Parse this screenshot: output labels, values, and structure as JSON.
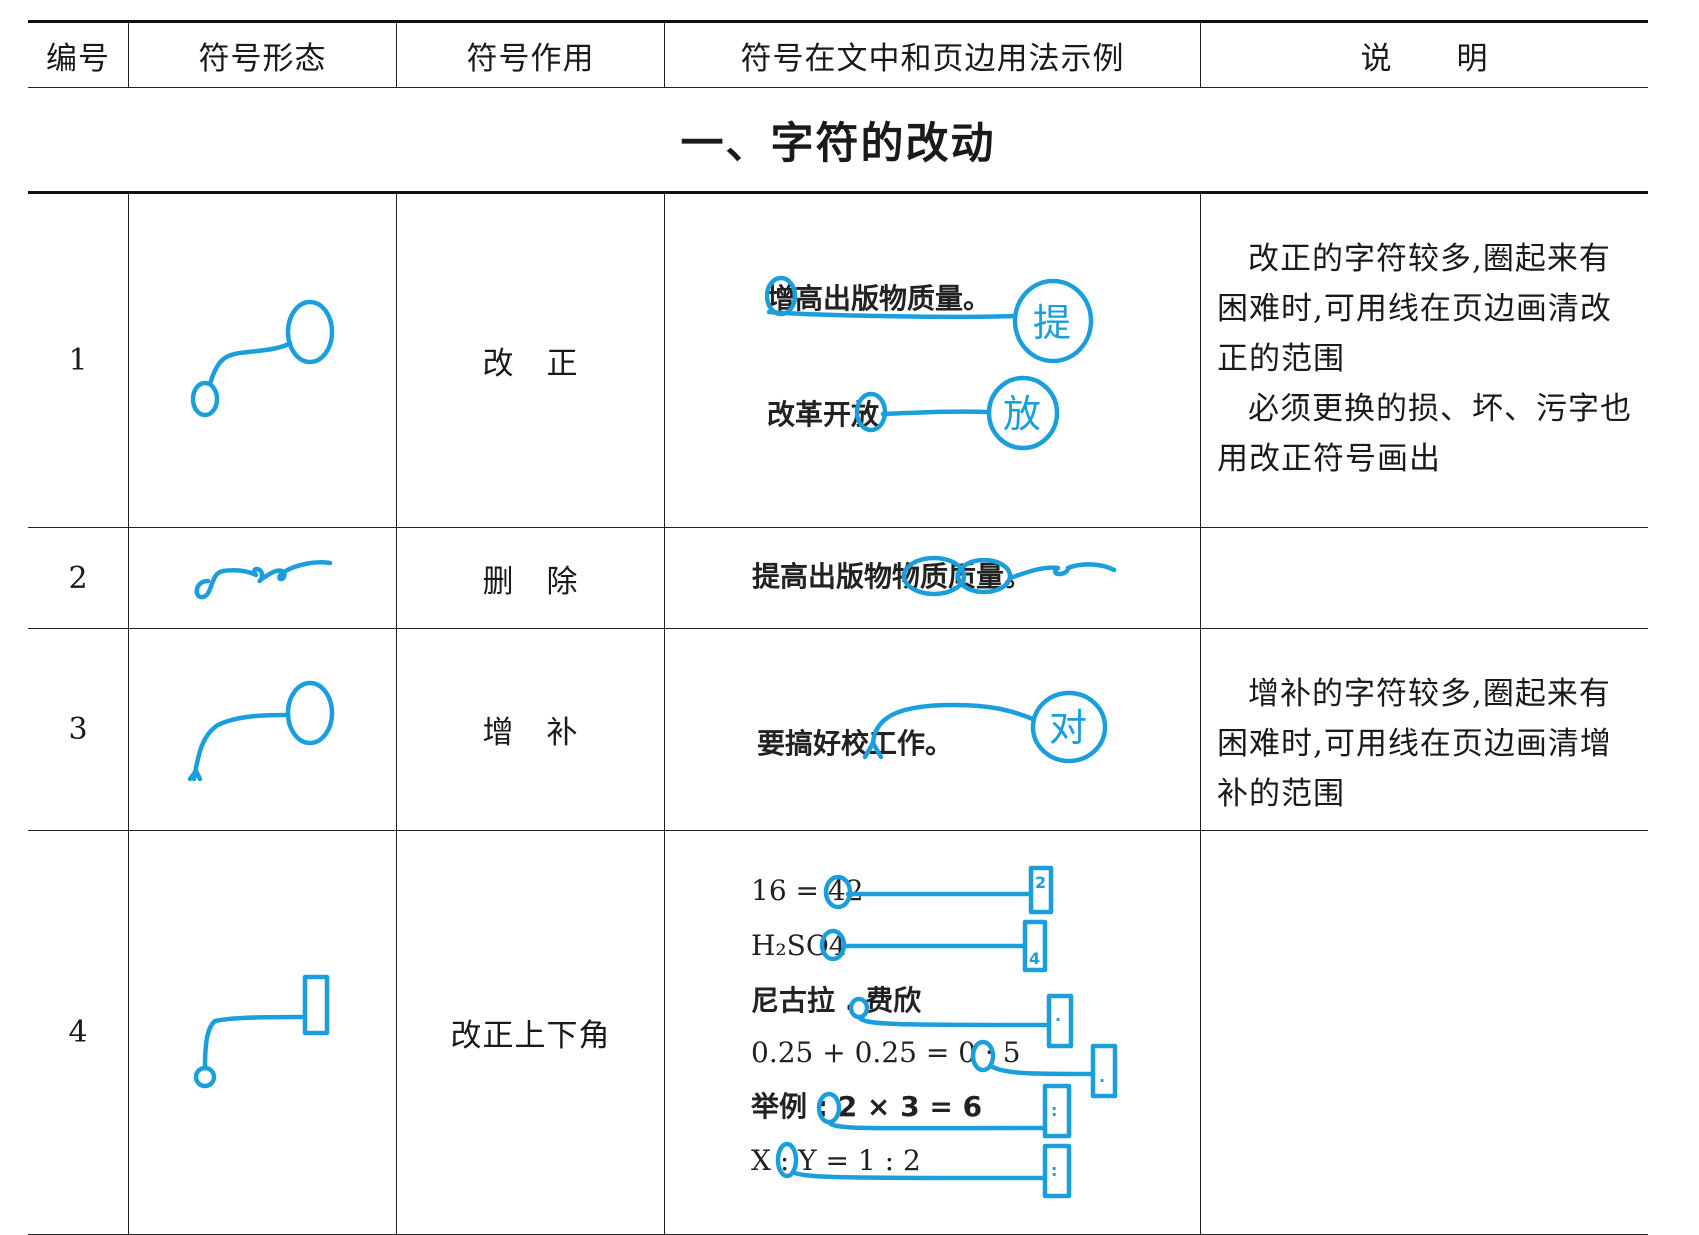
{
  "header": {
    "col_number": "编号",
    "col_shape": "符号形态",
    "col_function": "符号作用",
    "col_example": "符号在文中和页边用法示例",
    "col_note": "说　　明"
  },
  "section_title": "一、字符的改动",
  "rows": [
    {
      "number": "1",
      "function": "改　正",
      "example_lines": [
        "增高出版物质量。",
        "改革开放"
      ],
      "margin_marks": [
        "提",
        "放"
      ],
      "notes": [
        "改正的字符较多,圈起来有困难时,可用线在页边画清改正的范围",
        "必须更换的损、坏、污字也用改正符号画出"
      ]
    },
    {
      "number": "2",
      "function": "删　除",
      "example_lines": [
        "提高出版物物质质量。"
      ],
      "notes": []
    },
    {
      "number": "3",
      "function": "增　补",
      "example_lines": [
        "要搞好校工作。"
      ],
      "margin_marks": [
        "对"
      ],
      "notes": [
        "增补的字符较多,圈起来有困难时,可用线在页边画清增补的范围"
      ]
    },
    {
      "number": "4",
      "function": "改正上下角",
      "example_lines": [
        "16 = 42",
        "H₂SO4",
        "尼古拉 . 费欣",
        "0.25 + 0.25 = 0 · 5",
        "举例 : 2 × 3 = 6",
        "X : Y = 1 : 2"
      ],
      "margin_marks": [
        "2",
        "4",
        "·",
        "·",
        ":",
        ":"
      ],
      "notes": []
    }
  ],
  "colors": {
    "ink": "#1a9fdc",
    "rule": "#222222"
  }
}
